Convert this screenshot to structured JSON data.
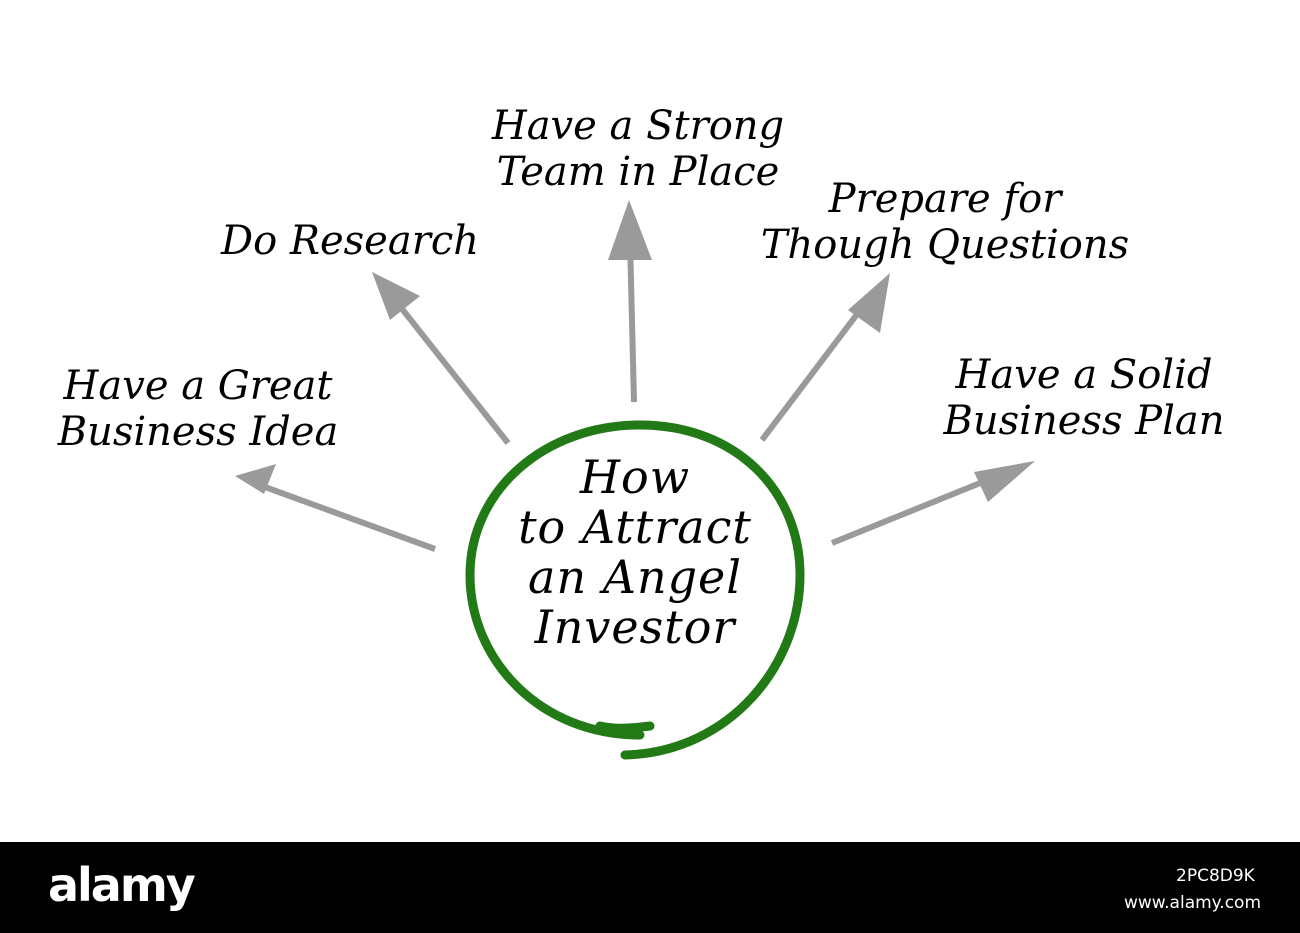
{
  "center": {
    "lines": [
      "How",
      "to Attract",
      "an Angel",
      "Investor"
    ]
  },
  "items": [
    {
      "lines": [
        "Have a Great",
        "Business Idea"
      ]
    },
    {
      "lines": [
        "Do Research"
      ]
    },
    {
      "lines": [
        "Have a Strong",
        "Team in Place"
      ]
    },
    {
      "lines": [
        "Prepare for",
        "Though Questions"
      ]
    },
    {
      "lines": [
        "Have a Solid",
        "Business Plan"
      ]
    }
  ],
  "footer": {
    "logo": "alamy",
    "image_id": "2PC8D9K",
    "url": "www.alamy.com"
  },
  "colors": {
    "circle": "#217a16",
    "arrow": "#9a9a9a",
    "text": "#000000",
    "footer_bg": "#000000"
  }
}
